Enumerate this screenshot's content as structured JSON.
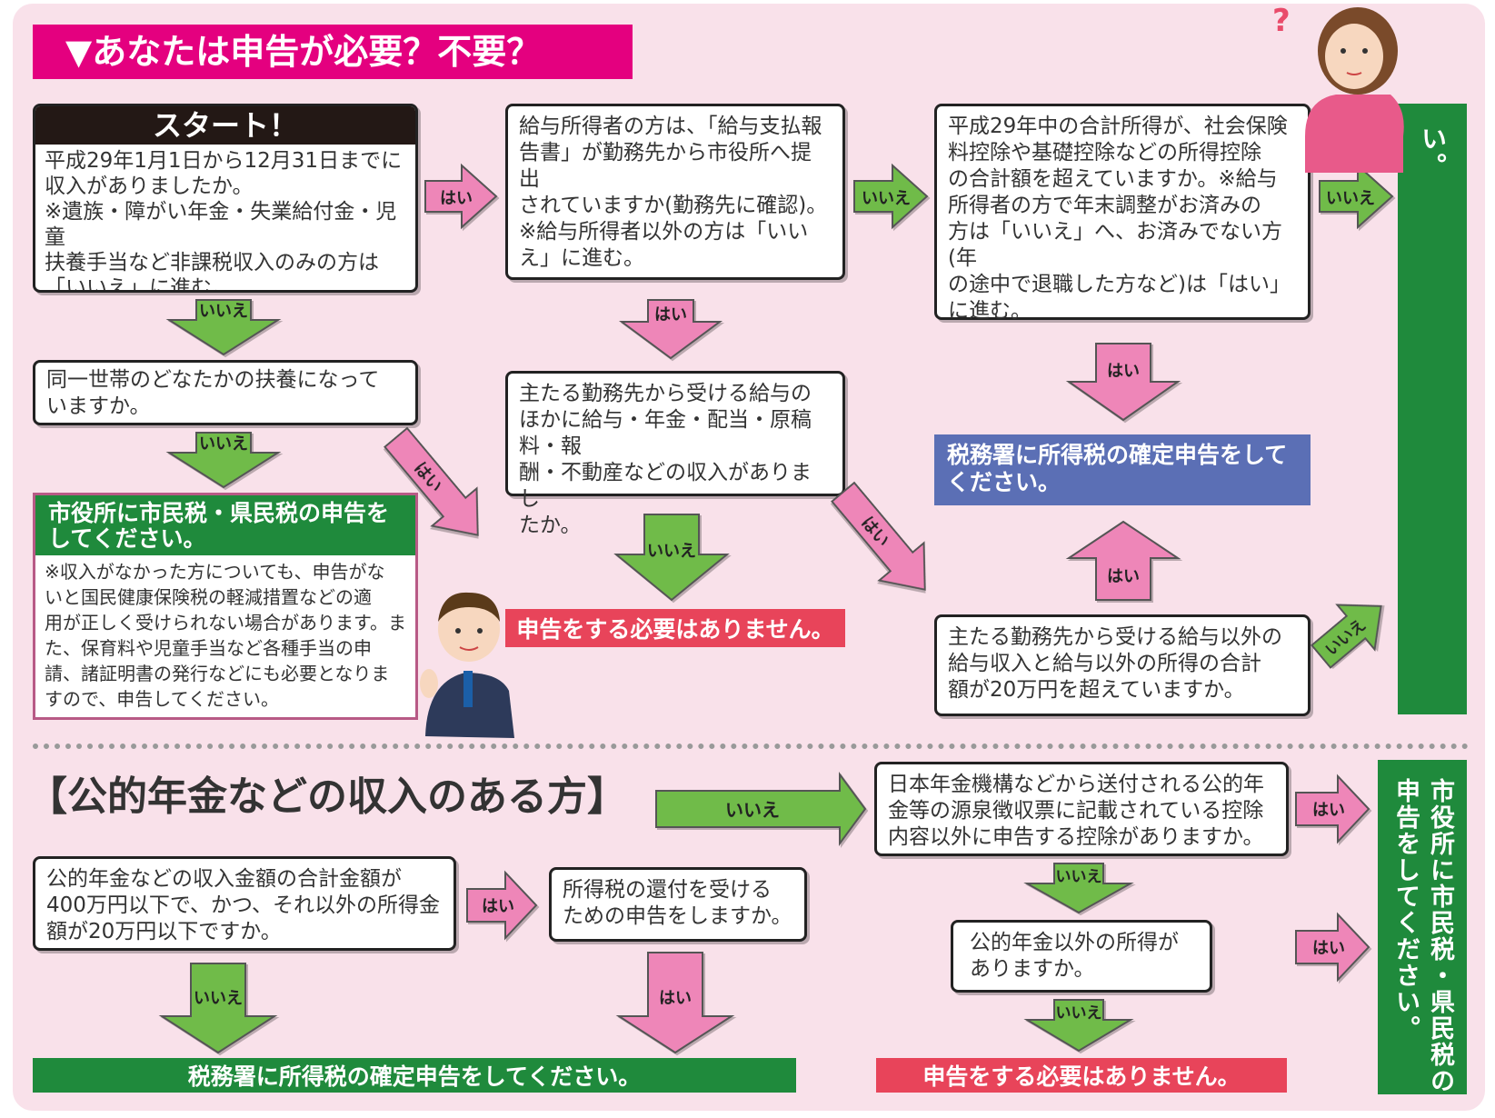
{
  "title": "▼あなたは申告が必要？不要？",
  "start": {
    "header": "スタート！",
    "lines": [
      "平成29年1月1日から12月31日までに",
      "収入がありましたか。",
      "※遺族・障がい年金・失業給付金・児童",
      "扶養手当など非課税収入のみの方は",
      "「いいえ」に進む。"
    ]
  },
  "q_salary_report": {
    "lines": [
      "給与所得者の方は、「給与支払報",
      "告書」が勤務先から市役所へ提出",
      "されていますか(勤務先に確認)。",
      "※給与所得者以外の方は「いい",
      "え」に進む。"
    ]
  },
  "q_total_income": {
    "lines": [
      "平成29年中の合計所得が、社会保険",
      "料控除や基礎控除などの所得控除",
      "の合計額を超えていますか。※給与",
      "所得者の方で年末調整がお済みの",
      "方は「いいえ」へ、お済みでない方(年",
      "の途中で退職した方など)は「はい」",
      "に進む。"
    ]
  },
  "q_dependent": {
    "lines": [
      "同一世帯のどなたかの扶養になって",
      "いますか。"
    ]
  },
  "q_other_income": {
    "lines": [
      "主たる勤務先から受ける給与の",
      "ほかに給与・年金・配当・原稿料・報",
      "酬・不動産などの収入がありまし",
      "たか。"
    ]
  },
  "q_over_200k": {
    "lines": [
      "主たる勤務先から受ける給与以外の",
      "給与収入と給与以外の所得の合計",
      "額が20万円を超えていますか。"
    ]
  },
  "note": {
    "header_lines": [
      "市役所に市民税・県民税の申告を",
      "してください。"
    ],
    "lines": [
      "※収入がなかった方についても、申告がな",
      "いと国民健康保険税の軽減措置などの適",
      "用が正しく受けられない場合があります。ま",
      "た、保育料や児童手当など各種手当の申",
      "請、諸証明書の発行などにも必要となりま",
      "すので、申告してください。"
    ]
  },
  "results": {
    "no_need": "申告をする必要はありません。",
    "tax_office": [
      "税務署に所得税の確定申告をして",
      "ください。"
    ],
    "city_vertical": "市役所に市民税・県民税の申告をしてください。",
    "tax_office_bottom": "税務署に所得税の確定申告をしてください。",
    "no_need_bottom": "申告をする必要はありません。",
    "city_vertical_bottom_1": "市役所に市民税・県民税の",
    "city_vertical_bottom_2": "申告をしてください。"
  },
  "section2": {
    "title": "【公的年金などの収入のある方】",
    "q_pension_amount": [
      "公的年金などの収入金額の合計金額が",
      "400万円以下で、かつ、それ以外の所得金",
      "額が20万円以下ですか。"
    ],
    "q_refund": [
      "所得税の還付を受ける",
      "ための申告をしますか。"
    ],
    "q_deduction": [
      "日本年金機構などから送付される公的年",
      "金等の源泉徴収票に記載されている控除",
      "内容以外に申告する控除がありますか。"
    ],
    "q_other": [
      "公的年金以外の所得が",
      "ありますか。"
    ]
  },
  "labels": {
    "yes": "はい",
    "no": "いいえ"
  },
  "colors": {
    "pink": "#e4007f",
    "green": "#1f8a3c",
    "red": "#e8445a",
    "blue": "#5b6fb5",
    "arrow_green": "#6fbb4a",
    "arrow_pink": "#ee86b8"
  }
}
